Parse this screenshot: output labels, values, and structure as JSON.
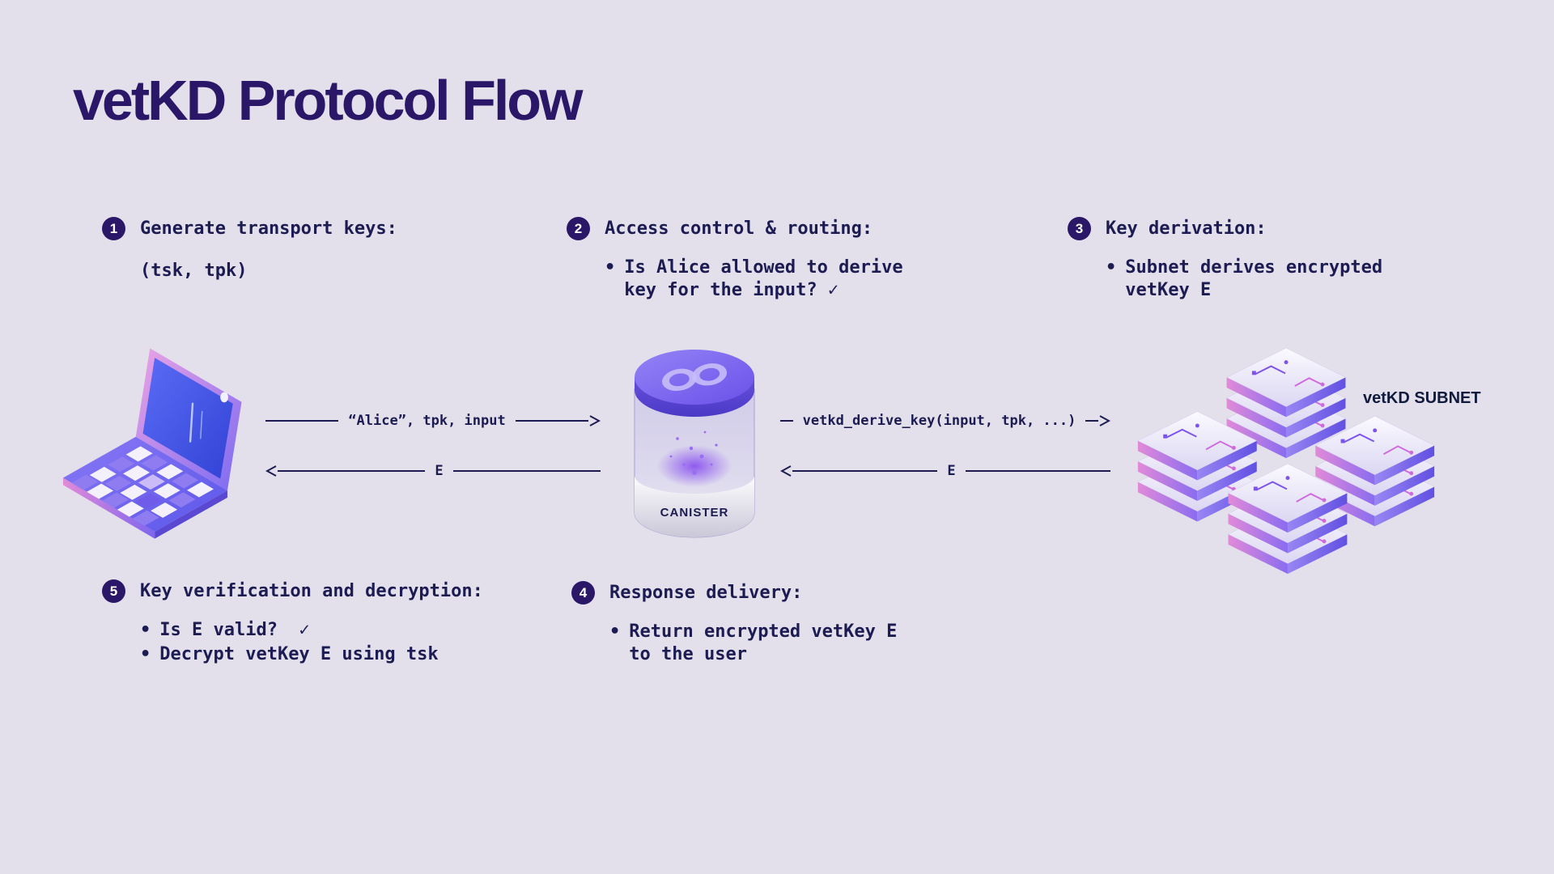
{
  "title": "vetKD Protocol Flow",
  "colors": {
    "background": "#e3e0eb",
    "title": "#2b1768",
    "text": "#1d1c52",
    "badge": "#2b1768",
    "arrow": "#1d1c52",
    "accent_purple": "#6a52ea",
    "accent_pink": "#e18ad8"
  },
  "steps": {
    "s1": {
      "num": "1",
      "heading": "Generate transport keys:",
      "note": "(tsk, tpk)"
    },
    "s2": {
      "num": "2",
      "heading": "Access control & routing:",
      "bullets": [
        "Is Alice allowed to derive key for the input? ✓"
      ]
    },
    "s3": {
      "num": "3",
      "heading": "Key derivation:",
      "bullets": [
        "Subnet derives encrypted vetKey E"
      ]
    },
    "s4": {
      "num": "4",
      "heading": "Response delivery:",
      "bullets": [
        "Return encrypted vetKey E to the user"
      ]
    },
    "s5": {
      "num": "5",
      "heading": "Key verification and decryption:",
      "bullets": [
        "Is E valid?  ✓",
        "Decrypt vetKey E using tsk"
      ]
    }
  },
  "arrows": {
    "request": "“Alice”, tpk, input",
    "response": "E",
    "derive": "vetkd_derive_key(input, tpk, ...)",
    "derive_response": "E"
  },
  "labels": {
    "canister": "CANISTER",
    "subnet": "vetKD SUBNET"
  }
}
